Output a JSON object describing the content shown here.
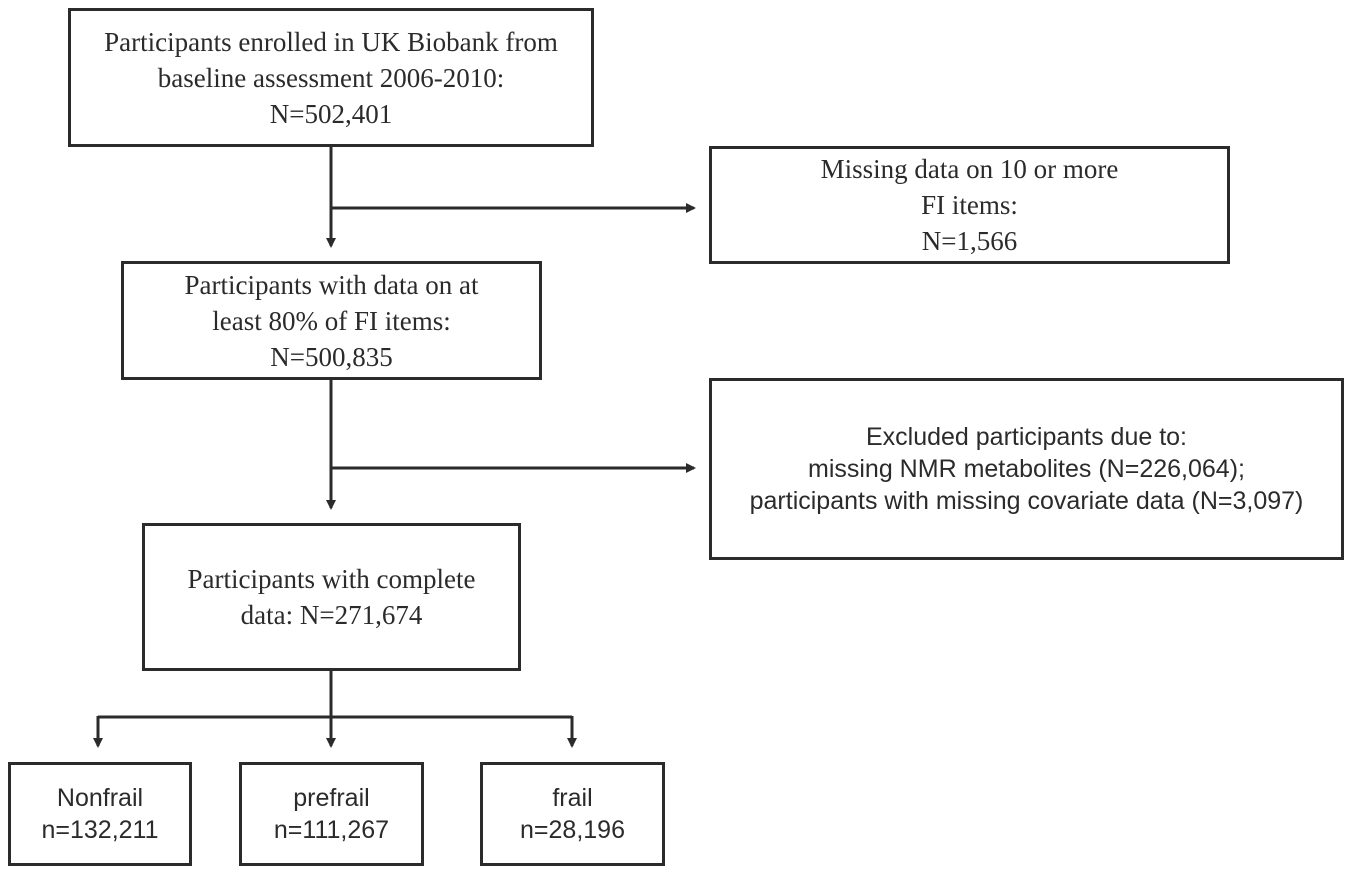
{
  "colors": {
    "stroke": "#2b2b2b",
    "background": "#ffffff"
  },
  "boxes": {
    "enrolled": {
      "lines": [
        "Participants enrolled in UK Biobank from",
        "baseline assessment 2006-2010:",
        "N=502,401"
      ]
    },
    "missing_fi": {
      "lines": [
        "Missing data on 10 or more",
        "FI items:",
        "N=1,566"
      ]
    },
    "fi_80": {
      "lines": [
        "Participants with data on at",
        "least 80% of FI items:",
        "N=500,835"
      ]
    },
    "excluded": {
      "lines": [
        "Excluded participants due to:",
        "missing NMR metabolites (N=226,064);",
        "participants with missing covariate data (N=3,097)"
      ]
    },
    "complete": {
      "lines": [
        "Participants with complete",
        "data: N=271,674"
      ]
    },
    "nonfrail": {
      "lines": [
        "Nonfrail",
        "n=132,211"
      ]
    },
    "prefrail": {
      "lines": [
        "prefrail",
        "n=111,267"
      ]
    },
    "frail": {
      "lines": [
        "frail",
        "n=28,196"
      ]
    }
  }
}
